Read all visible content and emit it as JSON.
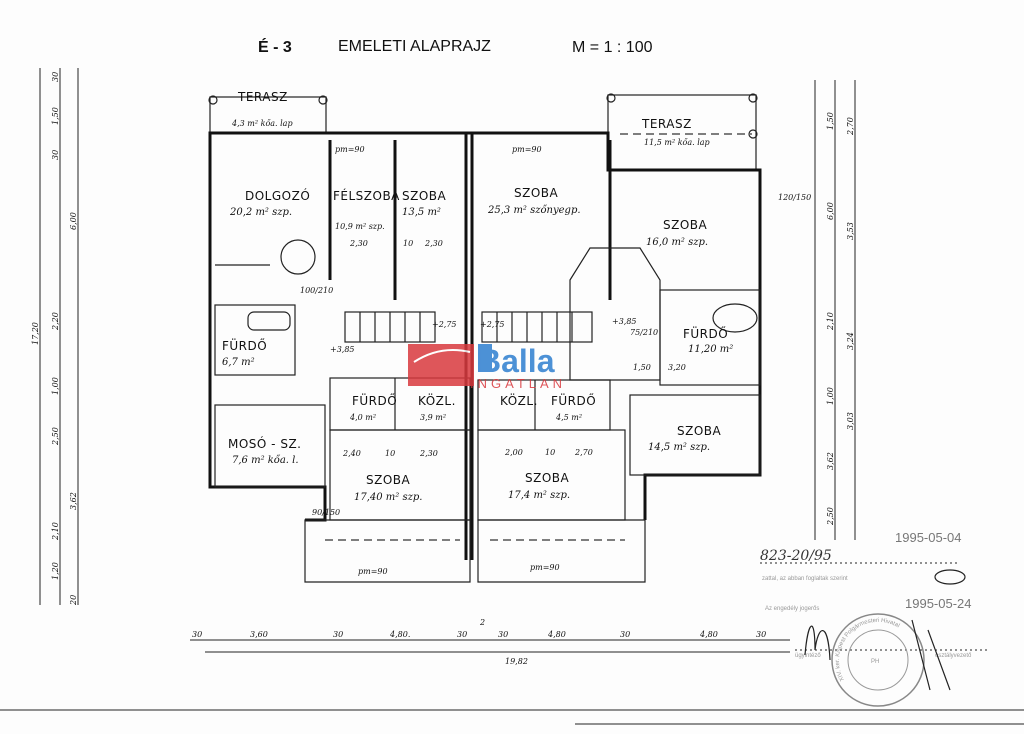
{
  "header": {
    "code": "É - 3",
    "title": "EMELETI ALAPRAJZ",
    "scale": "M = 1 : 100"
  },
  "rooms": {
    "terrace_left": {
      "name": "TERASZ",
      "area": "4,3 m² kőa. lap"
    },
    "study": {
      "name": "DOLGOZÓ",
      "area": "20,2 m² szp."
    },
    "half_room": {
      "name": "FÉLSZOBA",
      "area": "10,9 m² szp."
    },
    "room_left_top": {
      "name": "SZOBA",
      "area": "13,5 m²"
    },
    "bath_left": {
      "name": "FÜRDŐ",
      "area": "6,7 m²"
    },
    "laundry": {
      "name": "MOSÓ - SZ.",
      "area": "7,6 m² kőa. l."
    },
    "bath_left_small": {
      "name": "FÜRDŐ",
      "area": "4,0 m²"
    },
    "corridor_left": {
      "name": "KÖZL.",
      "area": "3,9 m²"
    },
    "room_left_bottom": {
      "name": "SZOBA",
      "area": "17,40 m² szp."
    },
    "room_right_top": {
      "name": "SZOBA",
      "area": "25,3 m² szőnyegp."
    },
    "terrace_right": {
      "name": "TERASZ",
      "area": "11,5 m² kőa. lap"
    },
    "room_right_mid": {
      "name": "SZOBA",
      "area": "16,0 m² szp."
    },
    "bath_right": {
      "name": "FÜRDŐ",
      "area": "11,20 m²"
    },
    "corridor_right": {
      "name": "KÖZL.",
      "area": ""
    },
    "bath_right_small": {
      "name": "FÜRDŐ",
      "area": "4,5 m²"
    },
    "room_right_bottom": {
      "name": "SZOBA",
      "area": "17,4 m² szp."
    },
    "room_right_lower": {
      "name": "SZOBA",
      "area": "14,5 m² szp."
    }
  },
  "annotations": {
    "pm_top_left": "pm=90",
    "pm_top_right": "pm=90",
    "pm_bottom_left": "pm=90",
    "pm_bottom_right": "pm=90",
    "level_a": "+2,75",
    "level_b": "+3,85",
    "level_c": "+2,75",
    "level_d": "+3,85",
    "door_a": "100/210",
    "door_b": "75/210",
    "door_c": "90/150",
    "door_d": "120/150",
    "dim_l1": "2,30",
    "dim_l2": "10",
    "dim_l3": "2,30",
    "dim_l4": "2,40",
    "dim_l5": "10",
    "dim_l6": "2,30",
    "dim_r1": "2,00",
    "dim_r2": "10",
    "dim_r3": "2,70",
    "dim_r4": "1,50",
    "dim_r5": "3,20"
  },
  "bottom_dims": [
    "30",
    "3,60",
    "30",
    "4,80.",
    "30",
    "2",
    "30",
    "4,80",
    "30",
    "4,80",
    "30"
  ],
  "total_width": "19,82",
  "left_dims": [
    "30",
    "1,50",
    "30",
    "6,00",
    "2,20",
    "1,00",
    "2,50",
    "3,62",
    "2,10",
    "1,20",
    "20"
  ],
  "left_total": "17,20",
  "right_dims": [
    "1,50",
    "2,70",
    "6,00",
    "3,53",
    "2,10",
    "3,24",
    "1,00",
    "3,03",
    "3,62",
    "2,50"
  ],
  "approval": {
    "date1": "1995-05-04",
    "ref": "823-20/95",
    "date2": "1995-05-24",
    "line1": "zattal, az abban foglaltak szerint",
    "line2": "Az engedély jogerős",
    "signer_left": "ügyintéző",
    "signer_right": "osztályvezető",
    "seal_text": "XIV. ker. Kispest Polgármesteri Hivatal",
    "seal_center": "PH"
  },
  "watermark": {
    "brand": "Balla",
    "sub": "INGATLAN",
    "red": "#d9393e",
    "blue": "#2e7fd0"
  }
}
